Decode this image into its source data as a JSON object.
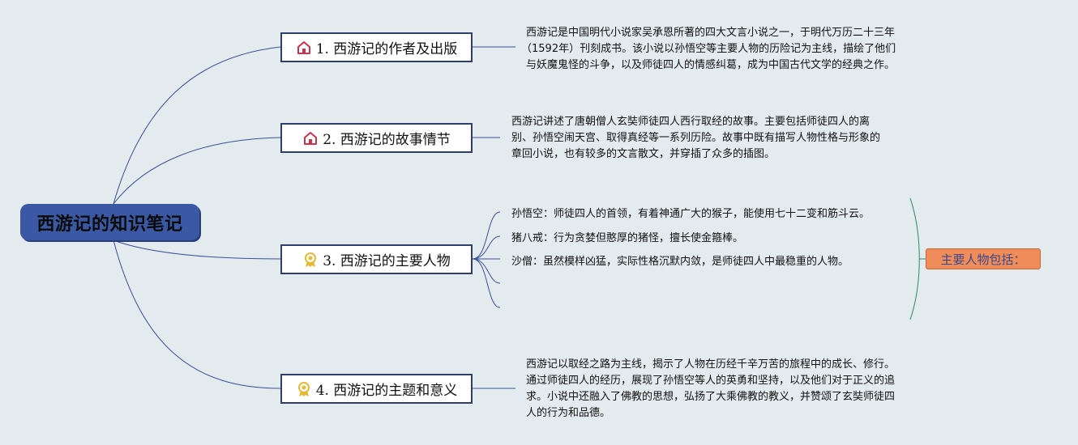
{
  "root": {
    "title": "西游记的知识笔记"
  },
  "topics": [
    {
      "label": "1. 西游记的作者及出版",
      "icon": "house-icon",
      "note": [
        "西游记是中国明代小说家吴承恩所著的四大文言小说之一，于明代万历二十三年",
        "（1592年）刊刻成书。该小说以孙悟空等主要人物的历险记为主线，描绘了他们",
        "与妖魔鬼怪的斗争，以及师徒四人的情感纠葛，成为中国古代文学的经典之作。"
      ]
    },
    {
      "label": "2. 西游记的故事情节",
      "icon": "house-icon",
      "note": [
        "西游记讲述了唐朝僧人玄奘师徒四人西行取经的故事。主要包括师徒四人的离",
        "别、孙悟空闹天宫、取得真经等一系列历险。故事中既有描写人物性格与形象的",
        "章回小说，也有较多的文言散文，并穿插了众多的插图。"
      ]
    },
    {
      "label": "3. 西游记的主要人物",
      "icon": "award-ribbon-icon",
      "characters": [
        "孙悟空：师徒四人的首领，有着神通广大的猴子，能使用七十二变和筋斗云。",
        "猪八戒：行为贪婪但憨厚的猪怪，擅长使金箍棒。",
        "沙僧：虽然模样凶猛，实际性格沉默内敛，是师徒四人中最稳重的人物。",
        "",
        ""
      ],
      "summary": "主要人物包括："
    },
    {
      "label": "4. 西游记的主题和意义",
      "icon": "award-ribbon-icon",
      "note": [
        "西游记以取经之路为主线，揭示了人物在历经千辛万苦的旅程中的成长、修行。",
        "通过师徒四人的经历，展现了孙悟空等人的英勇和坚持，以及他们对于正义的追",
        "求。小说中还融入了佛教的思想，弘扬了大乘佛教的教义，并赞颂了玄奘师徒四",
        "人的行为和品德。"
      ]
    }
  ],
  "colors": {
    "root_bg": "#3a58a3",
    "topic_border": "#2f3f6a",
    "link": "#3a4f9a",
    "summary_bg": "#ef8c5a",
    "summary_text": "#3e4a8c",
    "summary_bracket": "#2d8a5e",
    "house_icon": "#d0304a",
    "award_icon": "#e8b830"
  }
}
